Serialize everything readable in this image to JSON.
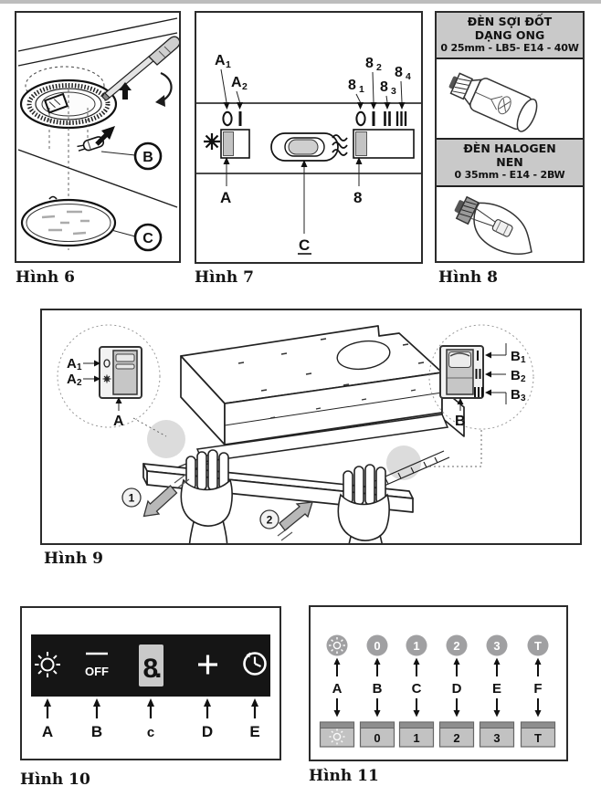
{
  "page": {
    "background": "#ffffff",
    "ink": "#1a1a1a",
    "header_gray": "#c9c9c9",
    "circle_button_gray": "#a0a0a2",
    "button_face_gray": "#c2c2c2",
    "button_strip_gray": "#8e8e8e",
    "display_bg": "#c9c9c9",
    "panel_black": "#151515"
  },
  "fig6": {
    "caption": "Hình 6",
    "icons": [
      "screwdriver-icon",
      "rotate-arrow-icon",
      "remove-arrow-icon",
      "halogen-capsule-icon",
      "round-glass-cover-icon",
      "light-fixture-ring-icon"
    ],
    "labels": {
      "b": "B",
      "c": "C"
    }
  },
  "fig7": {
    "caption": "Hình 7",
    "icons": [
      "light-symbol-icon",
      "fan-symbol-icon",
      "rocker-switch-icon",
      "slider-switch-icon",
      "position-0-icon",
      "position-1-icon",
      "position-2-icon",
      "position-3-icon"
    ],
    "labels": {
      "a1_base": "A",
      "a1_sub": "1",
      "a2_base": "A",
      "a2_sub": "2",
      "a": "A",
      "s81_base": "8",
      "s81_sub": "1",
      "s82_base": "8",
      "s82_sub": "2",
      "s83_base": "8",
      "s83_sub": "3",
      "s84_base": "8",
      "s84_sub": "4",
      "s8": "8",
      "c": "C"
    }
  },
  "fig8": {
    "caption": "Hình 8",
    "incandescent": {
      "title_line1": "ĐÈN SỢI ĐỐT",
      "title_line2": "DẠNG ONG",
      "spec": "0 25mm - LB5- E14 - 40W"
    },
    "halogen": {
      "title_line1": "ĐÈN HALOGEN",
      "title_line2": "NEN",
      "spec": "0 35mm - E14 - 2BW"
    }
  },
  "fig9": {
    "caption": "Hình 9",
    "icons": [
      "dashed-inset-circle-icon",
      "pull-out-arrow-icon",
      "push-in-arrow-icon",
      "hand-icon",
      "vent-hole-icon"
    ],
    "labels": {
      "a1_base": "A",
      "a1_sub": "1",
      "a2_base": "A",
      "a2_sub": "2",
      "a": "A",
      "b1_base": "B",
      "b1_sub": "1",
      "b2_base": "B",
      "b2_sub": "2",
      "b3_base": "B",
      "b3_sub": "3",
      "b": "B",
      "step1": "1",
      "step2": "2"
    }
  },
  "fig10": {
    "caption": "Hình 10",
    "off_text": "OFF",
    "display_value": "8.",
    "icons": [
      "light-icon",
      "off-icon",
      "seven-segment-display",
      "plus-icon",
      "timer-icon"
    ],
    "labels": {
      "a": "A",
      "b": "B",
      "c": "c",
      "d": "D",
      "e": "E"
    }
  },
  "fig11": {
    "caption": "Hình 11",
    "icons": [
      "light-icon"
    ],
    "circles": [
      "0",
      "1",
      "2",
      "3",
      "T"
    ],
    "letters": [
      "A",
      "B",
      "C",
      "D",
      "E",
      "F"
    ],
    "buttons": [
      "0",
      "1",
      "2",
      "3",
      "T"
    ]
  }
}
